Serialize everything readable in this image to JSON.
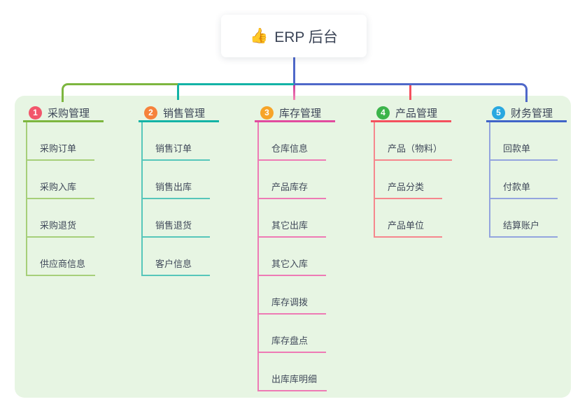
{
  "root": {
    "icon": "👍",
    "icon_name": "thumbs-up-icon",
    "label": "ERP 后台"
  },
  "panel": {
    "bg": "#e7f5e3"
  },
  "text_colors": {
    "title": "#3c4557",
    "child": "#40495a"
  },
  "connector": {
    "stem": "#4f68c9",
    "left_segment": "#7db63f",
    "mid_segment": "#13b3a6",
    "right_segment": "#4f68c9",
    "inventory_drop_top": "#cf3f97",
    "inventory_drop_bottom": "#f584b6",
    "product_drop": "#f4515e"
  },
  "branches": [
    {
      "num": "1",
      "label": "采购管理",
      "badge_color": "#f2566b",
      "line_color": "#7db63f",
      "child_color": "#a6cf79",
      "children": [
        "采购订单",
        "采购入库",
        "采购退货",
        "供应商信息"
      ]
    },
    {
      "num": "2",
      "label": "销售管理",
      "badge_color": "#f6823c",
      "line_color": "#13b3a6",
      "child_color": "#56c6ba",
      "children": [
        "销售订单",
        "销售出库",
        "销售退货",
        "客户信息"
      ]
    },
    {
      "num": "3",
      "label": "库存管理",
      "badge_color": "#f7a428",
      "line_color": "#e14b9e",
      "child_color": "#ee7ab5",
      "children": [
        "仓库信息",
        "产品库存",
        "其它出库",
        "其它入库",
        "库存调拨",
        "库存盘点",
        "出库库明细"
      ]
    },
    {
      "num": "4",
      "label": "产品管理",
      "badge_color": "#3cb44b",
      "line_color": "#f4515e",
      "child_color": "#f6868d",
      "children": [
        "产品（物料）",
        "产品分类",
        "产品单位"
      ]
    },
    {
      "num": "5",
      "label": "财务管理",
      "badge_color": "#29a8e0",
      "line_color": "#4064c8",
      "child_color": "#93a4de",
      "children": [
        "回款单",
        "付款单",
        "结算账户"
      ]
    }
  ]
}
